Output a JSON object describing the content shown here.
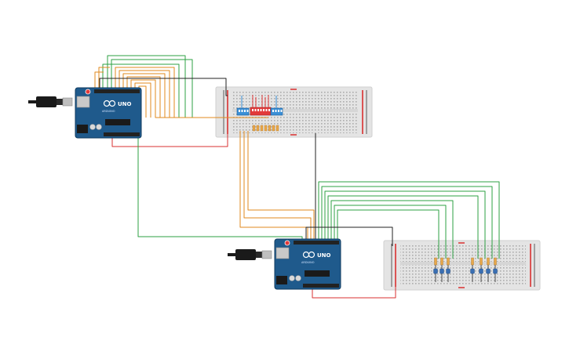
{
  "colors": {
    "board": "#1f5a8c",
    "board_dark": "#17466e",
    "breadboard": "#e6e6e6",
    "rail_red": "#d93030",
    "wire_green": "#2ea043",
    "wire_orange": "#e08a1e",
    "wire_red": "#d93030",
    "wire_black": "#222222",
    "dip_blue": "#3a8fd6",
    "dip_red": "#e23a3a",
    "resistor": "#e8a84a"
  },
  "boards": [
    {
      "id": "uno-1",
      "logo": "UNO",
      "brand": "ARDUINO"
    },
    {
      "id": "uno-2",
      "logo": "UNO",
      "brand": "ARDUINO"
    }
  ],
  "icons": {
    "usb_cable": "usb-cable-icon",
    "arduino_logo": "arduino-infinity-icon"
  }
}
